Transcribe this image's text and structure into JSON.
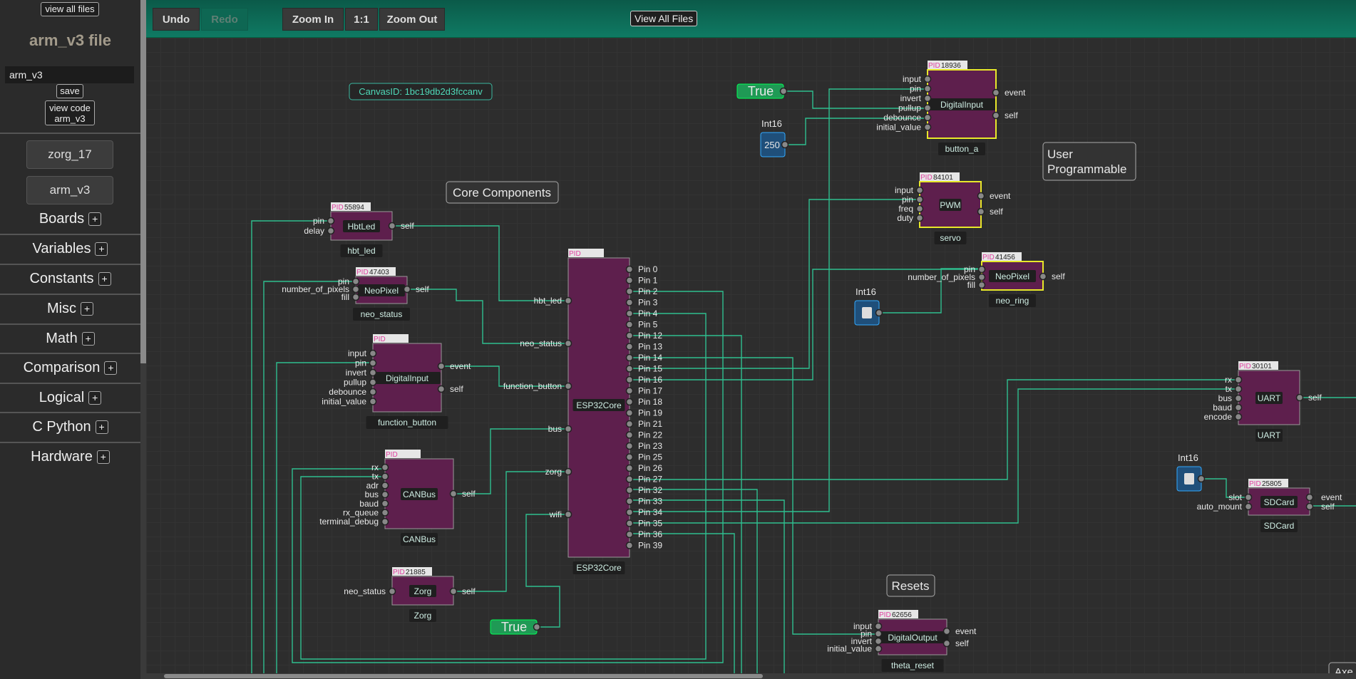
{
  "sidebar": {
    "view_all_files": "view all files",
    "file_title": "arm_v3 file",
    "file_name_value": "arm_v3",
    "save_label": "save",
    "view_code_line1": "view code",
    "view_code_line2": "arm_v3",
    "files": [
      "zorg_17",
      "arm_v3"
    ],
    "sections": [
      "Boards",
      "Variables",
      "Constants",
      "Misc",
      "Math",
      "Comparison",
      "Logical",
      "C Python",
      "Hardware"
    ],
    "plus": "+"
  },
  "toolbar": {
    "undo": "Undo",
    "redo": "Redo",
    "zoom_in": "Zoom In",
    "zoom_reset": "1:1",
    "zoom_out": "Zoom Out",
    "view_all_files": "View All Files"
  },
  "canvas": {
    "canvas_id": "CanvasID: 1bc19db2d3fccanv",
    "labels": {
      "core": "Core Components",
      "user_line1": "User",
      "user_line2": "Programmable",
      "resets": "Resets",
      "axes_partial": "Axe"
    },
    "constants": {
      "true1": "True",
      "true2": "True",
      "int16": "Int16",
      "int16_value": "250"
    },
    "pid_prefix": "PID",
    "nodes": {
      "hbtled": {
        "pid": "55894",
        "title": "HbtLed",
        "name": "hbt_led",
        "inputs": [
          "pin",
          "delay"
        ],
        "outputs": [
          "self"
        ]
      },
      "neo_status": {
        "pid": "47403",
        "title": "NeoPixel",
        "name": "neo_status",
        "inputs": [
          "pin",
          "number_of_pixels",
          "fill"
        ],
        "outputs": [
          "self"
        ]
      },
      "function_button": {
        "pid": "",
        "title": "DigitalInput",
        "name": "function_button",
        "inputs": [
          "input",
          "pin",
          "invert",
          "pullup",
          "debounce",
          "initial_value"
        ],
        "outputs": [
          "event",
          "self"
        ]
      },
      "canbus": {
        "pid": "",
        "title": "CANBus",
        "name": "CANBus",
        "inputs": [
          "rx",
          "tx",
          "adr",
          "bus",
          "baud",
          "rx_queue",
          "terminal_debug"
        ],
        "outputs": [
          "self"
        ]
      },
      "zorg": {
        "pid": "21885",
        "title": "Zorg",
        "name": "Zorg",
        "inputs": [
          "neo_status"
        ],
        "outputs": [
          "self"
        ]
      },
      "esp32": {
        "pid": "",
        "title": "ESP32Core",
        "name": "ESP32Core",
        "inputs": [
          "hbt_led",
          "neo_status",
          "function_button",
          "bus",
          "zorg",
          "wifi"
        ],
        "outputs": [
          "Pin 0",
          "Pin 1",
          "Pin 2",
          "Pin 3",
          "Pin 4",
          "Pin 5",
          "Pin 12",
          "Pin 13",
          "Pin 14",
          "Pin 15",
          "Pin 16",
          "Pin 17",
          "Pin 18",
          "Pin 19",
          "Pin 21",
          "Pin 22",
          "Pin 23",
          "Pin 25",
          "Pin 26",
          "Pin 27",
          "Pin 32",
          "Pin 33",
          "Pin 34",
          "Pin 35",
          "Pin 36",
          "Pin 39"
        ]
      },
      "button_a": {
        "pid": "18936",
        "title": "DigitalInput",
        "name": "button_a",
        "inputs": [
          "input",
          "pin",
          "invert",
          "pullup",
          "debounce",
          "initial_value"
        ],
        "outputs": [
          "event",
          "self"
        ]
      },
      "servo": {
        "pid": "84101",
        "title": "PWM",
        "name": "servo",
        "inputs": [
          "input",
          "pin",
          "freq",
          "duty"
        ],
        "outputs": [
          "event",
          "self"
        ]
      },
      "neo_ring": {
        "pid": "41456",
        "title": "NeoPixel",
        "name": "neo_ring",
        "inputs": [
          "pin",
          "number_of_pixels",
          "fill"
        ],
        "outputs": [
          "self"
        ]
      },
      "uart": {
        "pid": "30101",
        "title": "UART",
        "name": "UART",
        "inputs": [
          "rx",
          "tx",
          "bus",
          "baud",
          "encode"
        ],
        "outputs": [
          "self"
        ]
      },
      "sdcard": {
        "pid": "25805",
        "title": "SDCard",
        "name": "SDCard",
        "inputs": [
          "slot",
          "auto_mount"
        ],
        "outputs": [
          "event",
          "self"
        ]
      },
      "theta_reset": {
        "pid": "62656",
        "title": "DigitalOutput",
        "name": "theta_reset",
        "inputs": [
          "input",
          "pin",
          "invert",
          "initial_value"
        ],
        "outputs": [
          "event",
          "self"
        ]
      }
    }
  }
}
